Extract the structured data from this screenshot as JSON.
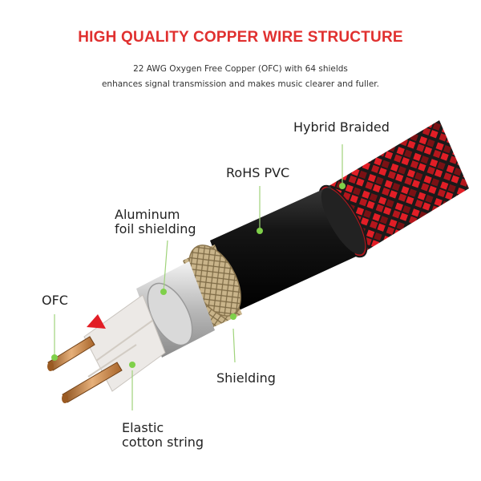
{
  "header": {
    "title": "HIGH QUALITY COPPER WIRE STRUCTURE",
    "subtitle_line1": "22 AWG Oxygen Free Copper (OFC) with 64 shields",
    "subtitle_line2": "enhances signal transmission and makes music clearer and fuller."
  },
  "labels": {
    "hybrid_braided": "Hybrid Braided",
    "rohs_pvc": "RoHS PVC",
    "aluminum_line1": "Aluminum",
    "aluminum_line2": "foil shielding",
    "ofc": "OFC",
    "shielding": "Shielding",
    "elastic_line1": "Elastic",
    "elastic_line2": "cotton string"
  },
  "colors": {
    "title_red": "#e0302f",
    "braid_red": "#e21e26",
    "pvc_black": "#111111",
    "copper": "#c98a4a",
    "pointer_dot": "#7fd04a"
  }
}
